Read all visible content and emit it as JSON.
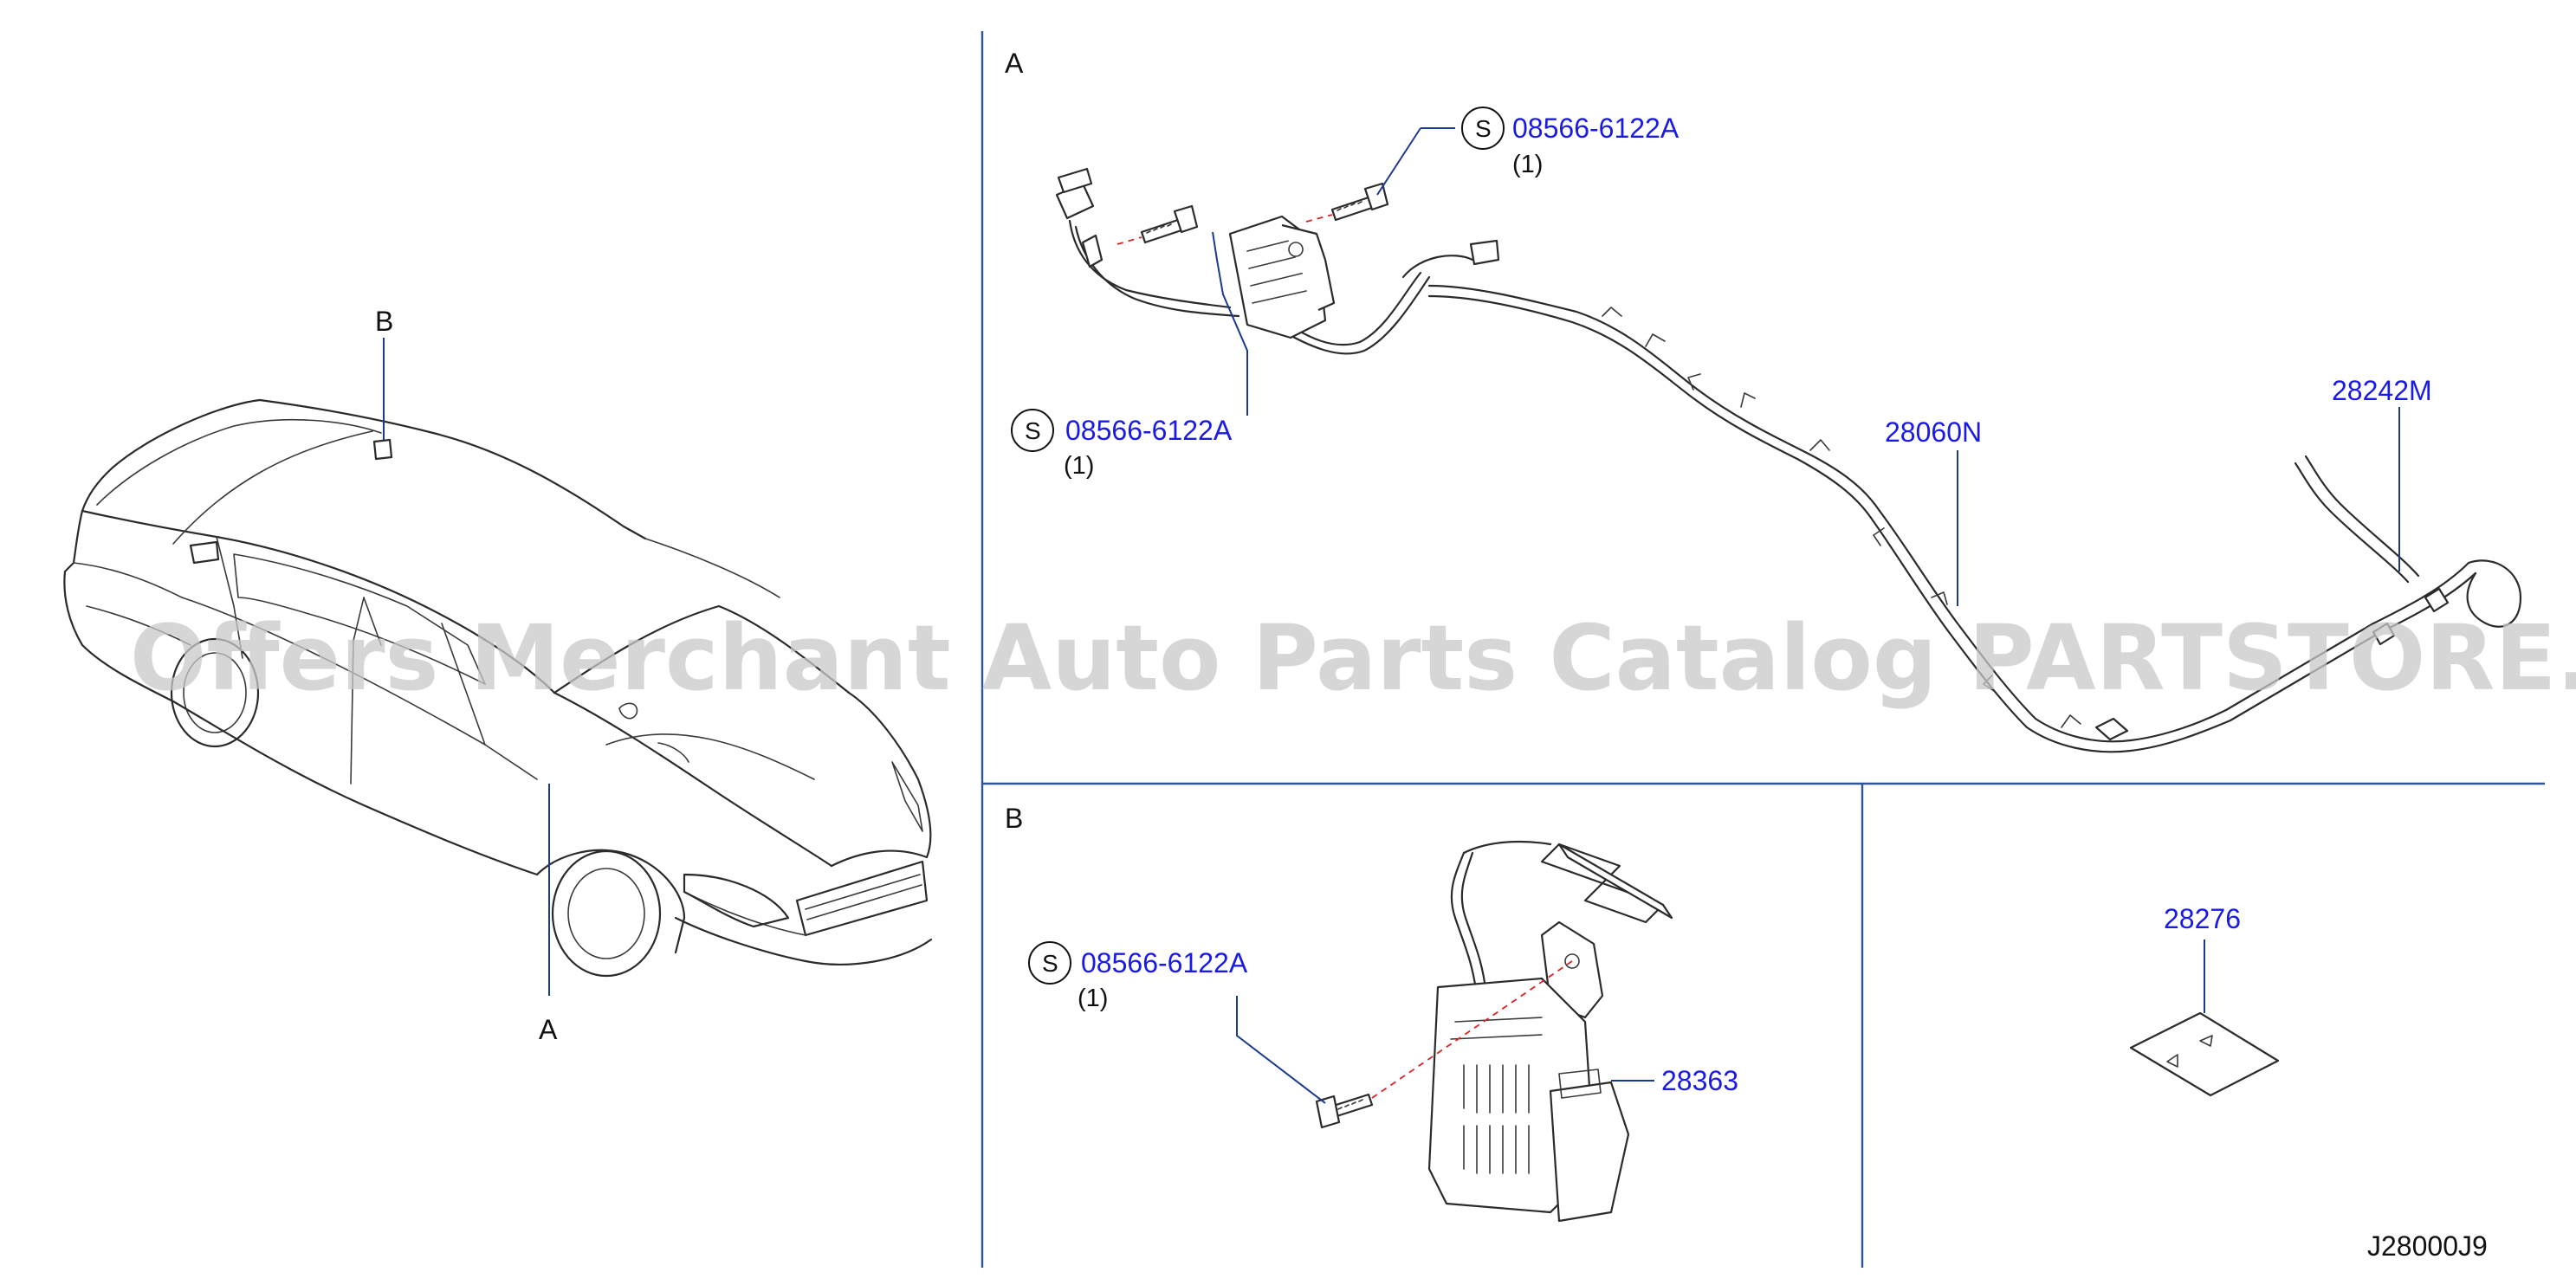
{
  "watermark": "Offers Merchant Auto Parts Catalog PARTSTORE.SA",
  "diagram_code": "J28000J9",
  "vehicle_view": {
    "callout_a": "A",
    "callout_b": "B"
  },
  "section_a": {
    "label": "A",
    "bolt_upper": {
      "symbol": "S",
      "part_number": "08566-6122A",
      "qty": "(1)"
    },
    "bolt_left": {
      "symbol": "S",
      "part_number": "08566-6122A",
      "qty": "(1)"
    },
    "harness": {
      "part_number": "28060N"
    },
    "antenna_cable": {
      "part_number": "28242M"
    }
  },
  "section_b": {
    "label": "B",
    "bolt": {
      "symbol": "S",
      "part_number": "08566-6122A",
      "qty": "(1)"
    },
    "module": {
      "part_number": "28363"
    }
  },
  "section_c": {
    "label_part": {
      "part_number": "28276"
    }
  },
  "colors": {
    "part_number_text": "#1a1ae6",
    "divider": "#2f5597",
    "alignment_dash": "#dd2222",
    "line_art": "#2b2b2b"
  }
}
